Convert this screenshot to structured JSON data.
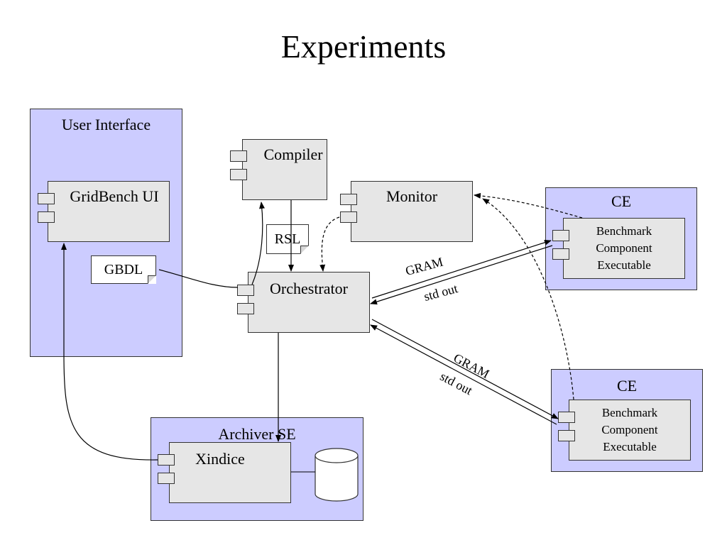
{
  "title": "Experiments",
  "regions": {
    "user_interface": "User Interface",
    "ce_top": "CE",
    "ce_bottom": "CE",
    "archiver": "Archiver SE"
  },
  "components": {
    "gridbench_ui": "GridBench UI",
    "compiler": "Compiler",
    "monitor": "Monitor",
    "orchestrator": "Orchestrator",
    "xindice": "Xindice",
    "benchmark_top": [
      "Benchmark",
      "Component",
      "Executable"
    ],
    "benchmark_bottom": [
      "Benchmark",
      "Component",
      "Executable"
    ]
  },
  "documents": {
    "gbdl": "GBDL",
    "rsl": "RSL"
  },
  "edge_labels": {
    "gram_top": "GRAM",
    "stdout_top": "std out",
    "gram_bottom": "GRAM",
    "stdout_bottom": "std out"
  },
  "colors": {
    "region_fill": "#ccccff",
    "component_fill": "#e6e6e6"
  }
}
